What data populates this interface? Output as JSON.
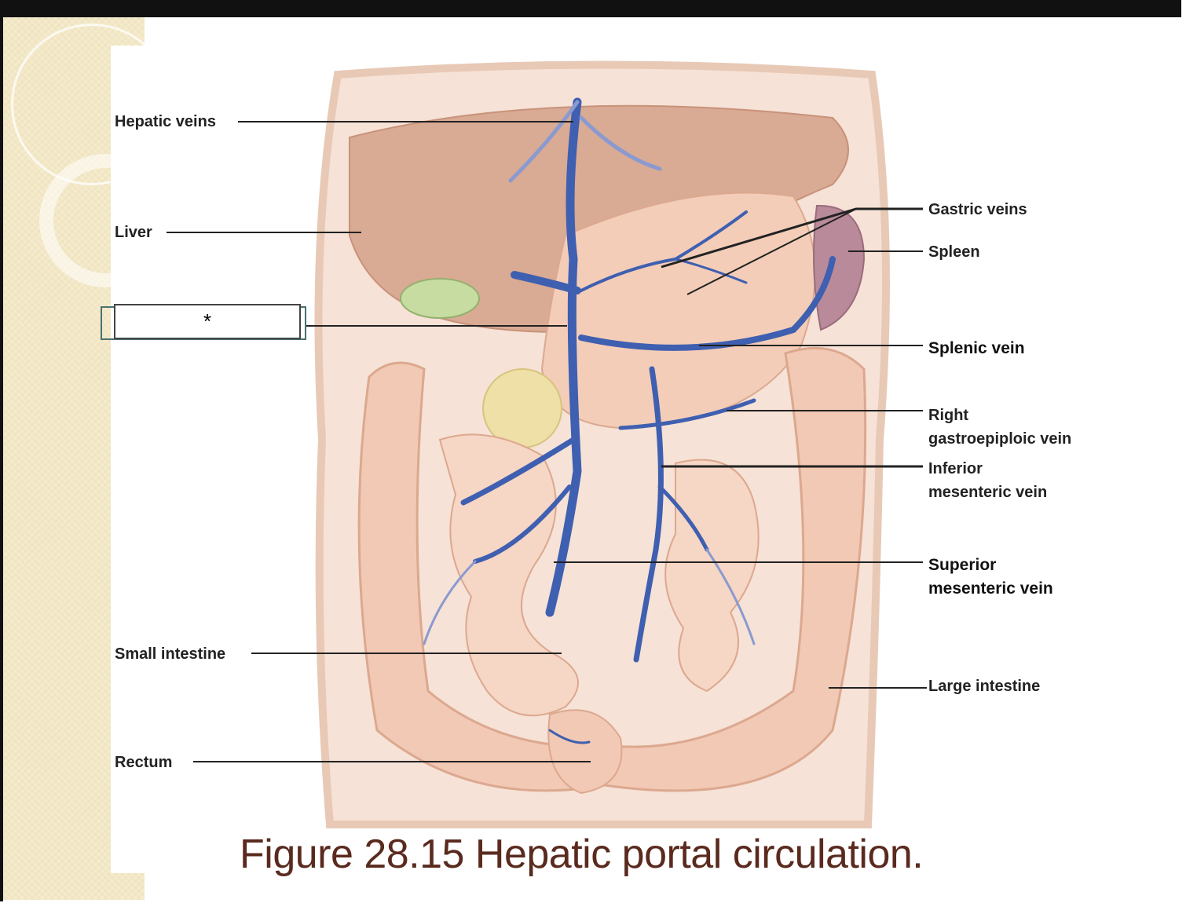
{
  "labels": {
    "hepatic_veins": "Hepatic veins",
    "liver": "Liver",
    "gastric_veins": "Gastric veins",
    "spleen": "Spleen",
    "splenic_vein": "Splenic vein",
    "right_gastroepiploic_line1": "Right",
    "right_gastroepiploic_line2": "gastroepiploic vein",
    "inferior_mesenteric_line1": "Inferior",
    "inferior_mesenteric_line2": "mesenteric vein",
    "superior_mesenteric_line1": "Superior",
    "superior_mesenteric_line2": "mesenteric vein",
    "small_intestine": "Small intestine",
    "large_intestine": "Large intestine",
    "rectum": "Rectum"
  },
  "answer_box": {
    "text": "*"
  },
  "caption": "Figure 28.15 Hepatic portal circulation.",
  "colors": {
    "vein": "#3f5fb0",
    "vein_light": "#8a9ad0",
    "tissue": "#f3cdb8",
    "tissue_dark": "#dca88f",
    "liver": "#d9aa94",
    "caption": "#5a2a1e"
  }
}
